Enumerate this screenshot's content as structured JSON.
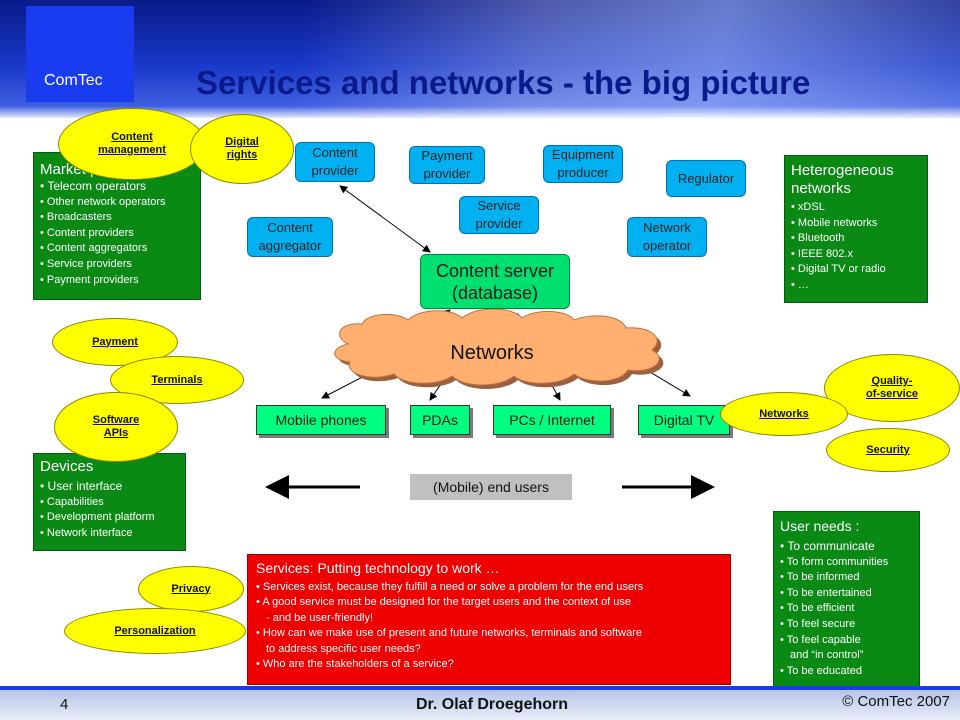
{
  "header": {
    "logo": "ComTec",
    "title": "Services and networks - the big picture"
  },
  "market_panel": {
    "title": "Market players",
    "items": [
      "Telecom operators",
      "Other network operators",
      "Broadcasters",
      "Content providers",
      "Content aggregators",
      "Service providers",
      "Payment providers"
    ]
  },
  "networks_panel": {
    "title_line1": "Heterogeneous",
    "title_line2": "networks",
    "items": [
      "xDSL",
      "Mobile networks",
      "Bluetooth",
      "IEEE 802.x",
      "Digital TV or radio",
      "…"
    ]
  },
  "devices_panel": {
    "title": "Devices",
    "items": [
      "User interface",
      "Capabilities",
      "Development platform",
      "Network interface"
    ]
  },
  "user_needs_panel": {
    "title": "User needs :",
    "items": [
      "To communicate",
      "To form communities",
      "To be informed",
      "To be entertained",
      "To be efficient",
      "To feel secure",
      "To feel capable",
      "and “in control”",
      "To be educated"
    ]
  },
  "players": {
    "content_provider": [
      "Content",
      "provider"
    ],
    "payment_provider": [
      "Payment",
      "provider"
    ],
    "equipment_producer": [
      "Equipment",
      "producer"
    ],
    "regulator": "Regulator",
    "service_provider": [
      "Service",
      "provider"
    ],
    "content_aggregator": [
      "Content",
      "aggregator"
    ],
    "network_operator": [
      "Network",
      "operator"
    ]
  },
  "server": [
    "Content server",
    "(database)"
  ],
  "networks_cloud": "Networks",
  "devices": [
    "Mobile phones",
    "PDAs",
    "PCs / Internet",
    "Digital TV"
  ],
  "end_users": "(Mobile) end users",
  "ovals": {
    "content_management": [
      "Content",
      "management"
    ],
    "digital_rights": [
      "Digital",
      "rights"
    ],
    "payment": "Payment",
    "terminals": "Terminals",
    "software_apis": [
      "Software",
      "APIs"
    ],
    "quality_of_service": [
      "Quality-",
      "of-service"
    ],
    "networks": "Networks",
    "security": "Security",
    "privacy": "Privacy",
    "personalization": "Personalization"
  },
  "services_panel": {
    "title": "Services: Putting technology to work …",
    "items": [
      "Services exist, because they fulfill a need or solve a problem for the end users",
      "A good service must be designed for the target users and the context of use",
      "- and be user-friendly!",
      "How can we make use of present and future networks, terminals and software",
      "to address specific user needs?",
      "Who are the stakeholders of a service?"
    ]
  },
  "footer": {
    "page": "4",
    "author": "Dr. Olaf Droegehorn",
    "copyright": "© ComTec 2007"
  },
  "colors": {
    "header_blue": "#1a3cf0",
    "panel_green": "#0a8a14",
    "player_blue": "#00b0f0",
    "server_green": "#00e070",
    "device_green": "#00ff80",
    "oval_yellow": "#ffff00",
    "services_red": "#ee0000",
    "cloud_orange": "#ffb070"
  }
}
